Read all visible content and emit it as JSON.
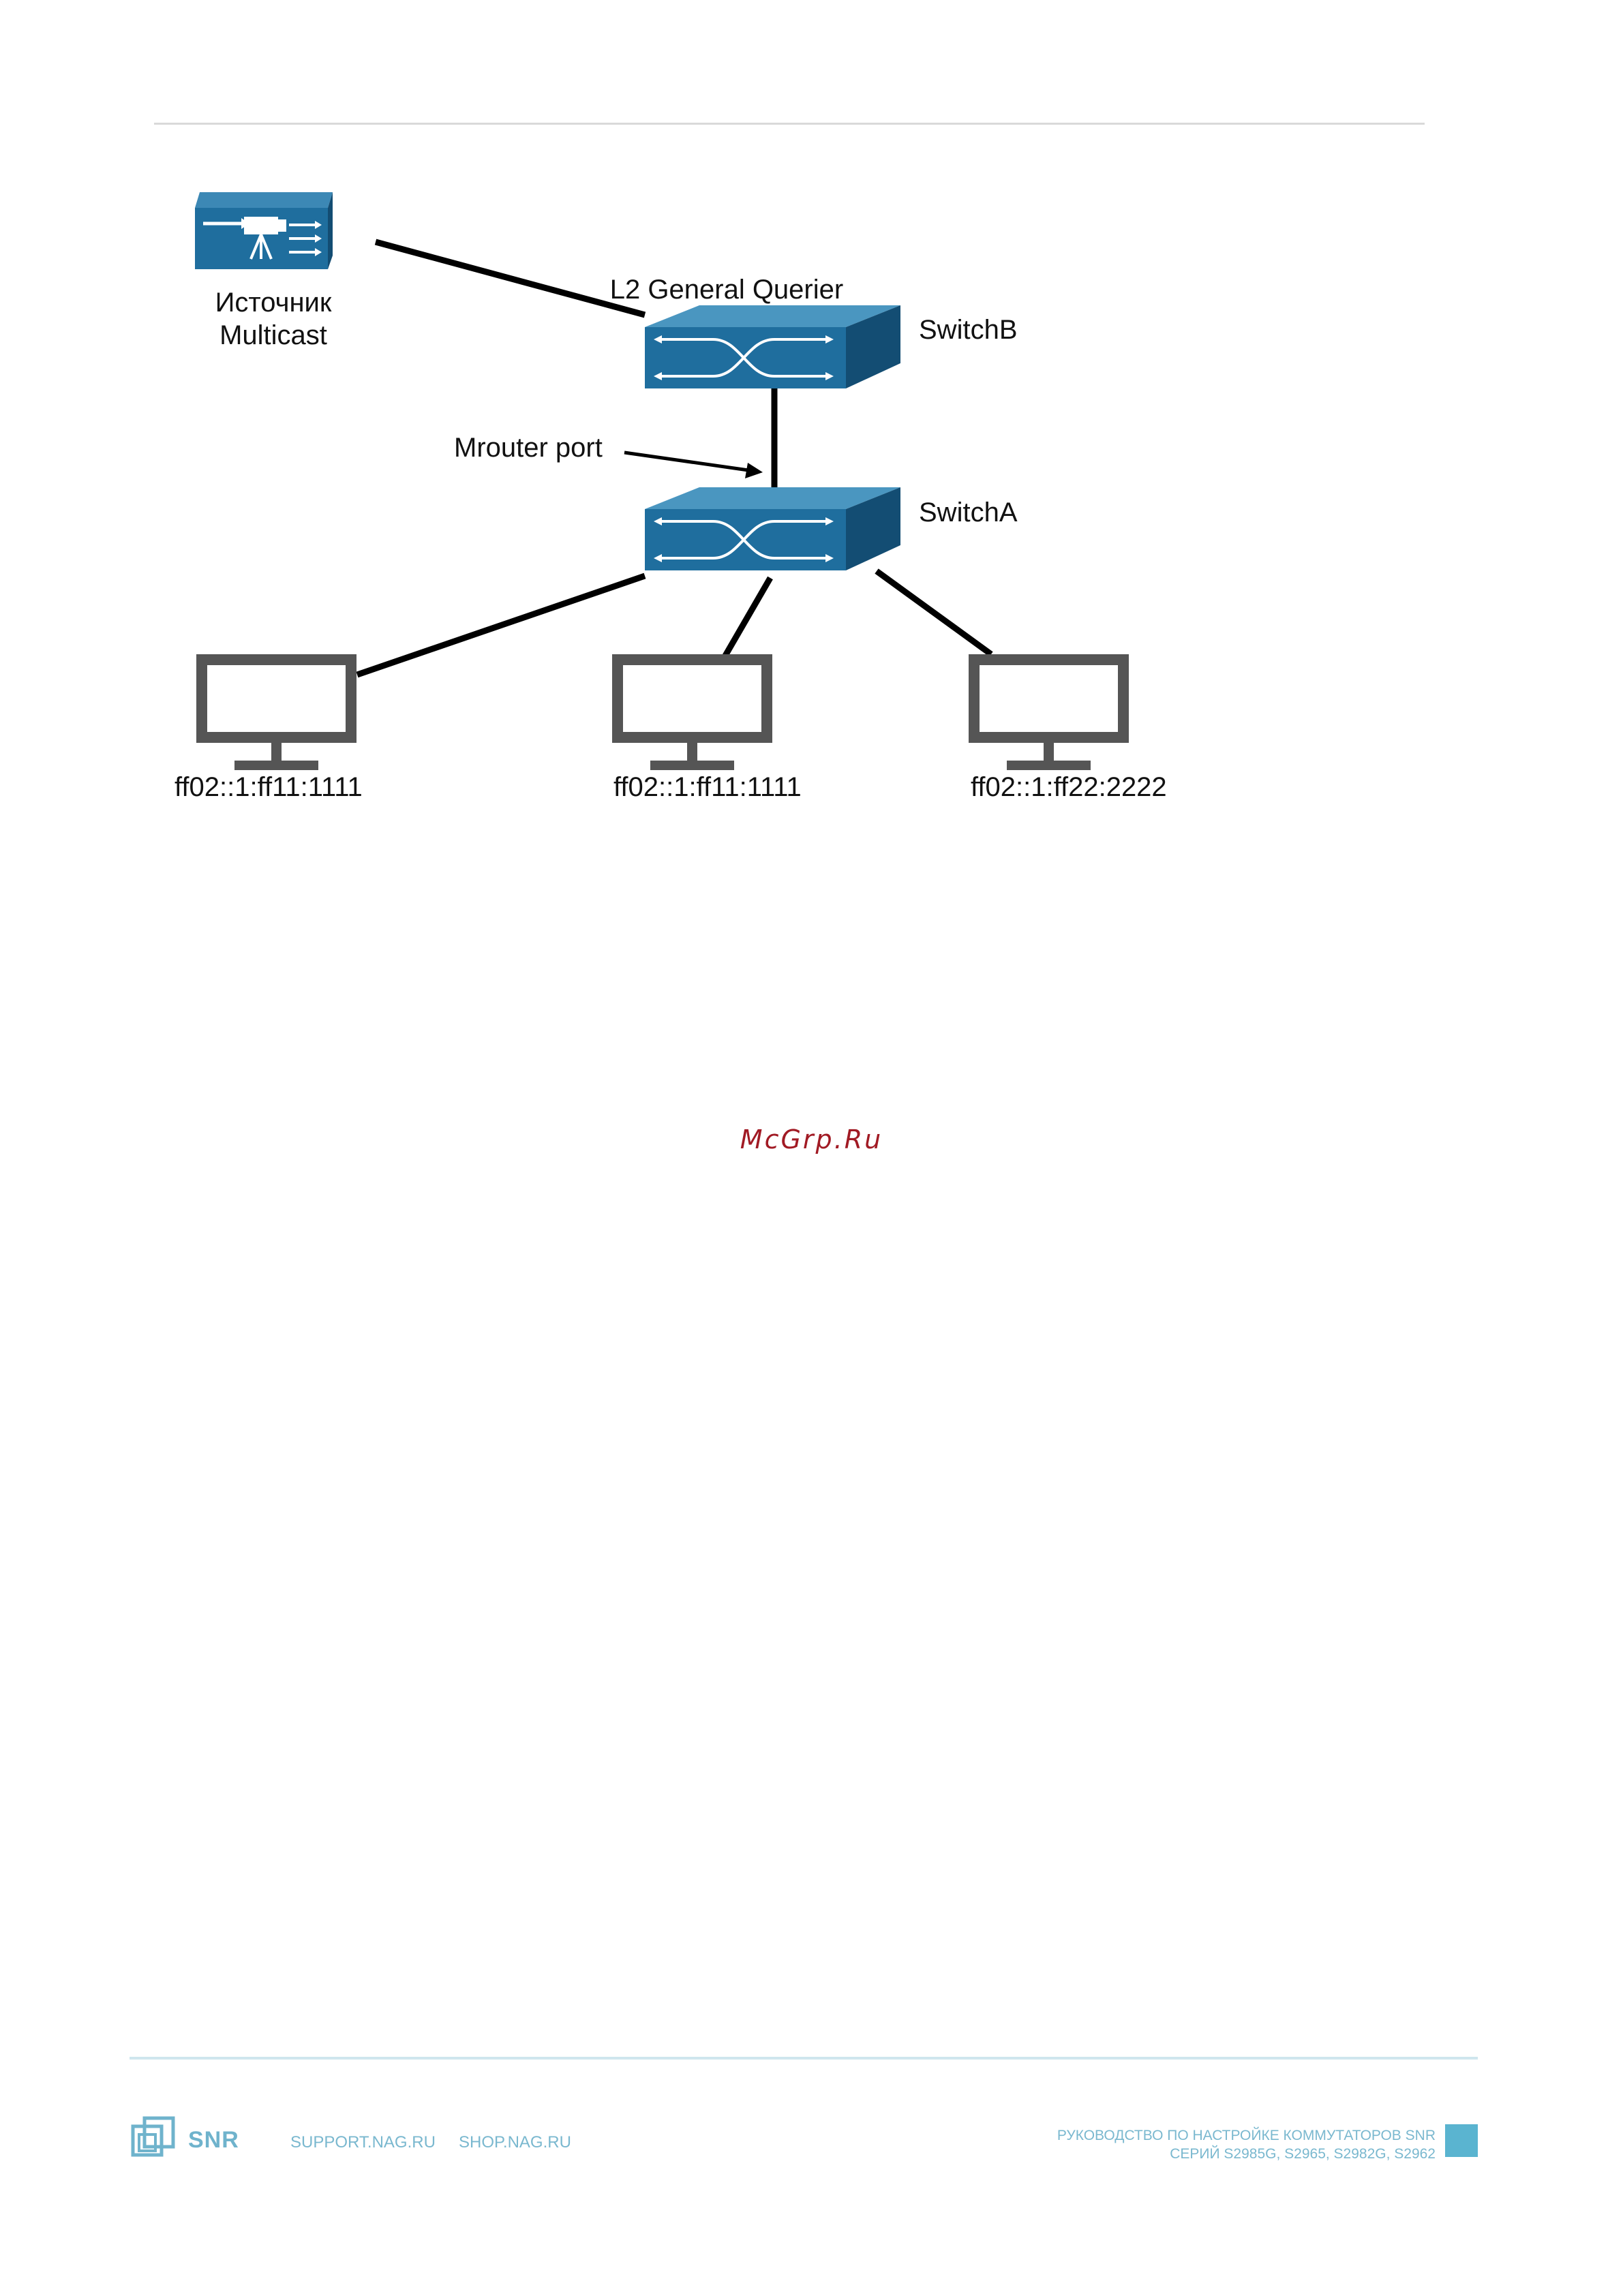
{
  "diagram": {
    "source_label_line1": "Источник",
    "source_label_line2": "Multicast",
    "querier_label": "L2 General Querier",
    "switch_b_label": "SwitchB",
    "switch_a_label": "SwitchA",
    "mrouter_label": "Mrouter port",
    "host1_label": "ff02::1:ff11:1111",
    "host2_label": "ff02::1:ff11:1111",
    "host3_label": "ff02::1:ff22:2222",
    "device_color": "#1f6e9e",
    "icon_names": [
      "video-camera-icon",
      "switch-icon",
      "monitor-icon"
    ]
  },
  "watermark": "McGrp.Ru",
  "footer": {
    "logo_text": "SNR",
    "link1": "SUPPORT.NAG.RU",
    "link2": "SHOP.NAG.RU",
    "title_line1": "РУКОВОДСТВО ПО НАСТРОЙКЕ КОММУТАТОРОВ SNR",
    "title_line2": "СЕРИЙ S2985G, S2965, S2982G, S2962",
    "accent_color": "#5ab4d0"
  }
}
